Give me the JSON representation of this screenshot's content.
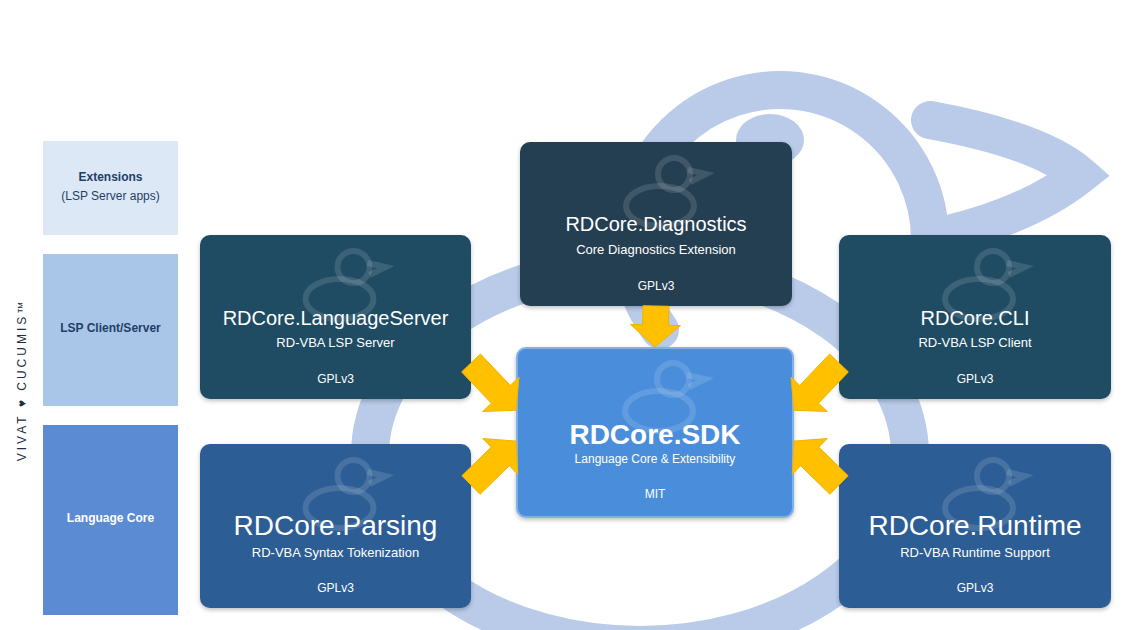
{
  "diagram": {
    "nodes": [
      {
        "text": [
          "Extensions",
          "(LSP Server apps)"
        ]
      },
      {
        "text": [
          "LSP Client/Server"
        ]
      },
      {
        "text": [
          "Language Core"
        ]
      },
      {
        "text": [
          "RDCore.Diagnostics",
          "Core Diagnostics Extension",
          "GPLv3"
        ]
      },
      {
        "text": [
          "RDCore.LanguageServer",
          "RD-VBA LSP Server",
          "GPLv3"
        ]
      },
      {
        "text": [
          "RDCore.SDK",
          "Language Core & Extensibility",
          "MIT"
        ]
      },
      {
        "text": [
          "RDCore.CLI",
          "RD-VBA LSP Client",
          "GPLv3"
        ]
      },
      {
        "text": [
          "RDCore.Parsing",
          "RD-VBA Syntax Tokenization",
          "GPLv3"
        ]
      },
      {
        "text": [
          "RDCore.Runtime",
          "RD-VBA Runtime Support",
          "GPLv3"
        ]
      }
    ],
    "edges": [
      {
        "from": 3,
        "to": 5,
        "arrow": "to"
      },
      {
        "from": 4,
        "to": 5,
        "arrow": "to"
      },
      {
        "from": 6,
        "to": 5,
        "arrow": "to"
      },
      {
        "from": 7,
        "to": 5,
        "arrow": "to"
      },
      {
        "from": 8,
        "to": 5,
        "arrow": "to"
      }
    ],
    "labels": [
      "VIVAT ♥ CUCUMIS™"
    ]
  }
}
